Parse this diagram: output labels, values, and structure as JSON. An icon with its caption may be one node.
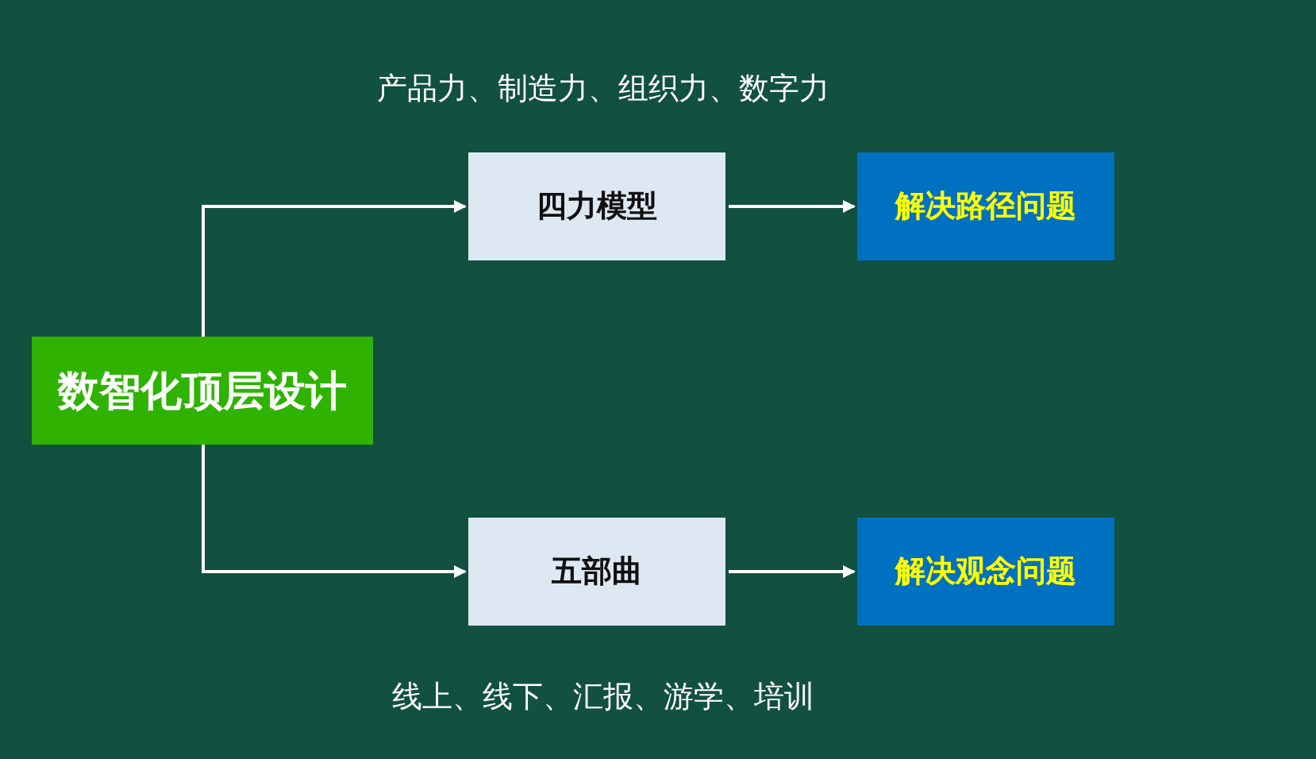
{
  "diagram": {
    "nodes": [
      {
        "text": [
          "数智化顶层设计"
        ]
      },
      {
        "text": [
          "四力模型"
        ]
      },
      {
        "text": [
          "解决路径问题"
        ]
      },
      {
        "text": [
          "五部曲"
        ]
      },
      {
        "text": [
          "解决观念问题"
        ]
      }
    ],
    "edges": [
      {
        "from": 0,
        "to": 1,
        "arrow": "to"
      },
      {
        "from": 1,
        "to": 2,
        "arrow": "to"
      },
      {
        "from": 0,
        "to": 3,
        "arrow": "to"
      },
      {
        "from": 3,
        "to": 4,
        "arrow": "to"
      }
    ],
    "labels": [
      "产品力、制造力、组织力、数字力",
      "线上、线下、汇报、游学、培训"
    ]
  }
}
